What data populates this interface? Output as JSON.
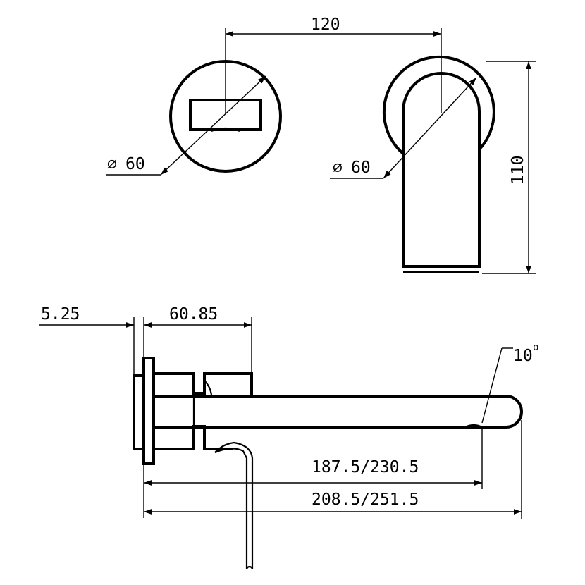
{
  "dimensions": {
    "spacing_top": "120",
    "height_right": "110",
    "flange_diameter_left": "60",
    "flange_diameter_right": "60",
    "plate_thickness": "5.25",
    "body_depth": "60.85",
    "angle": "10",
    "reach_short": "187.5/230.5",
    "reach_long": "208.5/251.5"
  },
  "symbols": {
    "diameter": "⌀",
    "degree": "o"
  },
  "colors": {
    "line": "#000000",
    "background": "#ffffff"
  }
}
